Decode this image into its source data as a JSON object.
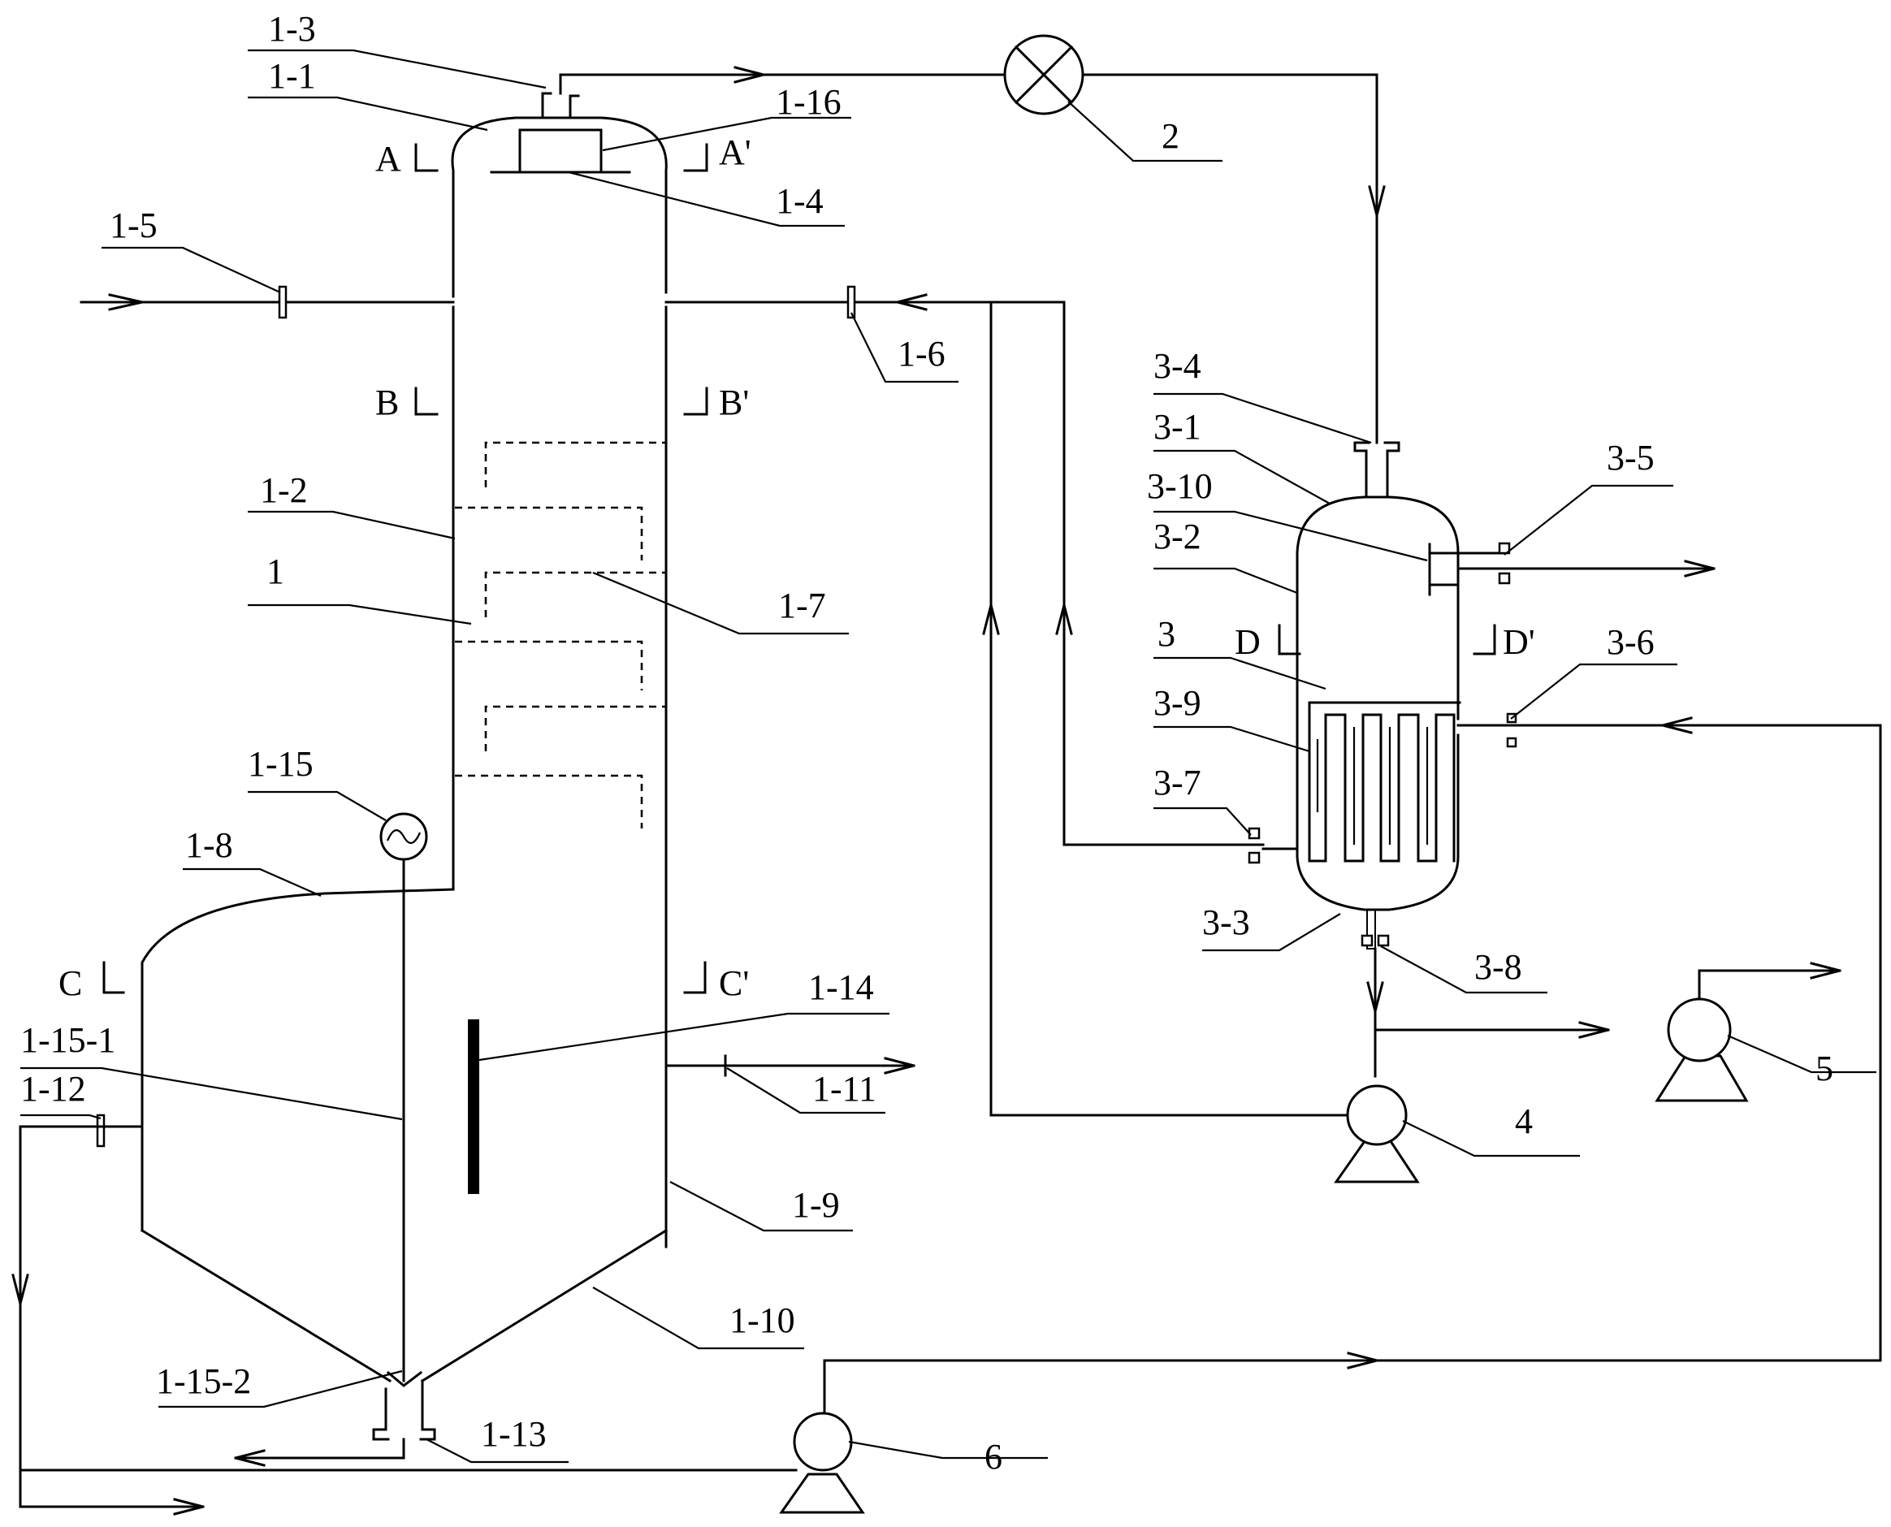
{
  "labels": {
    "l_1": "1",
    "l_1_1": "1-1",
    "l_1_2": "1-2",
    "l_1_3": "1-3",
    "l_1_4": "1-4",
    "l_1_5": "1-5",
    "l_1_6": "1-6",
    "l_1_7": "1-7",
    "l_1_8": "1-8",
    "l_1_9": "1-9",
    "l_1_10": "1-10",
    "l_1_11": "1-11",
    "l_1_12": "1-12",
    "l_1_13": "1-13",
    "l_1_14": "1-14",
    "l_1_15": "1-15",
    "l_1_15_1": "1-15-1",
    "l_1_15_2": "1-15-2",
    "l_1_16": "1-16",
    "l_2": "2",
    "l_3": "3",
    "l_3_1": "3-1",
    "l_3_2": "3-2",
    "l_3_3": "3-3",
    "l_3_4": "3-4",
    "l_3_5": "3-5",
    "l_3_6": "3-6",
    "l_3_7": "3-7",
    "l_3_8": "3-8",
    "l_3_9": "3-9",
    "l_3_10": "3-10",
    "l_4": "4",
    "l_5": "5",
    "l_6": "6"
  },
  "sections": {
    "A": "A",
    "A2": "A'",
    "B": "B",
    "B2": "B'",
    "C": "C",
    "C2": "C'",
    "D": "D",
    "D2": "D'"
  }
}
